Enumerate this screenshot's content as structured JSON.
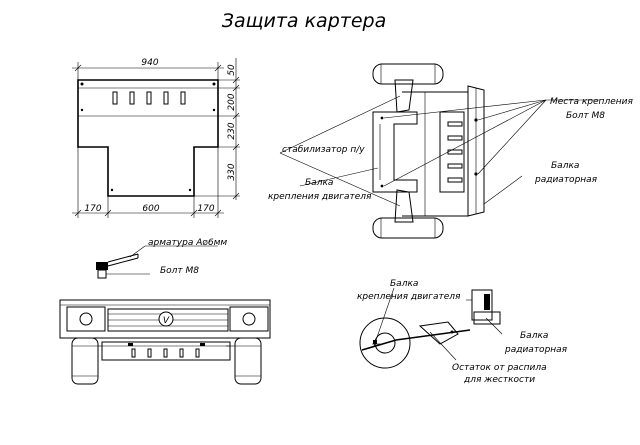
{
  "title": "Защита картера",
  "dimensions": {
    "top_width": "940",
    "right_1": "50",
    "right_2": "200",
    "right_3": "230",
    "right_4": "330",
    "bottom_left": "170",
    "bottom_mid": "600",
    "bottom_right": "170"
  },
  "labels": {
    "mounting_points": "Места крепления",
    "bolt_m8_top": "Болт М8",
    "stabilizer": "стабилизатор п/у",
    "engine_beam_top_1": "Балка",
    "engine_beam_top_2": "крепления двигателя",
    "radiator_beam_top_1": "Балка",
    "radiator_beam_top_2": "радиаторная",
    "rebar": "арматура А",
    "rebar_size": "6мм",
    "bolt_m8_mid": "Болт М8",
    "engine_beam_side_1": "Балка",
    "engine_beam_side_2": "крепления двигателя",
    "radiator_beam_side_1": "Балка",
    "radiator_beam_side_2": "радиаторная",
    "scrap_1": "Остаток от распила",
    "scrap_2": "для жесткости",
    "emblem": "V"
  }
}
